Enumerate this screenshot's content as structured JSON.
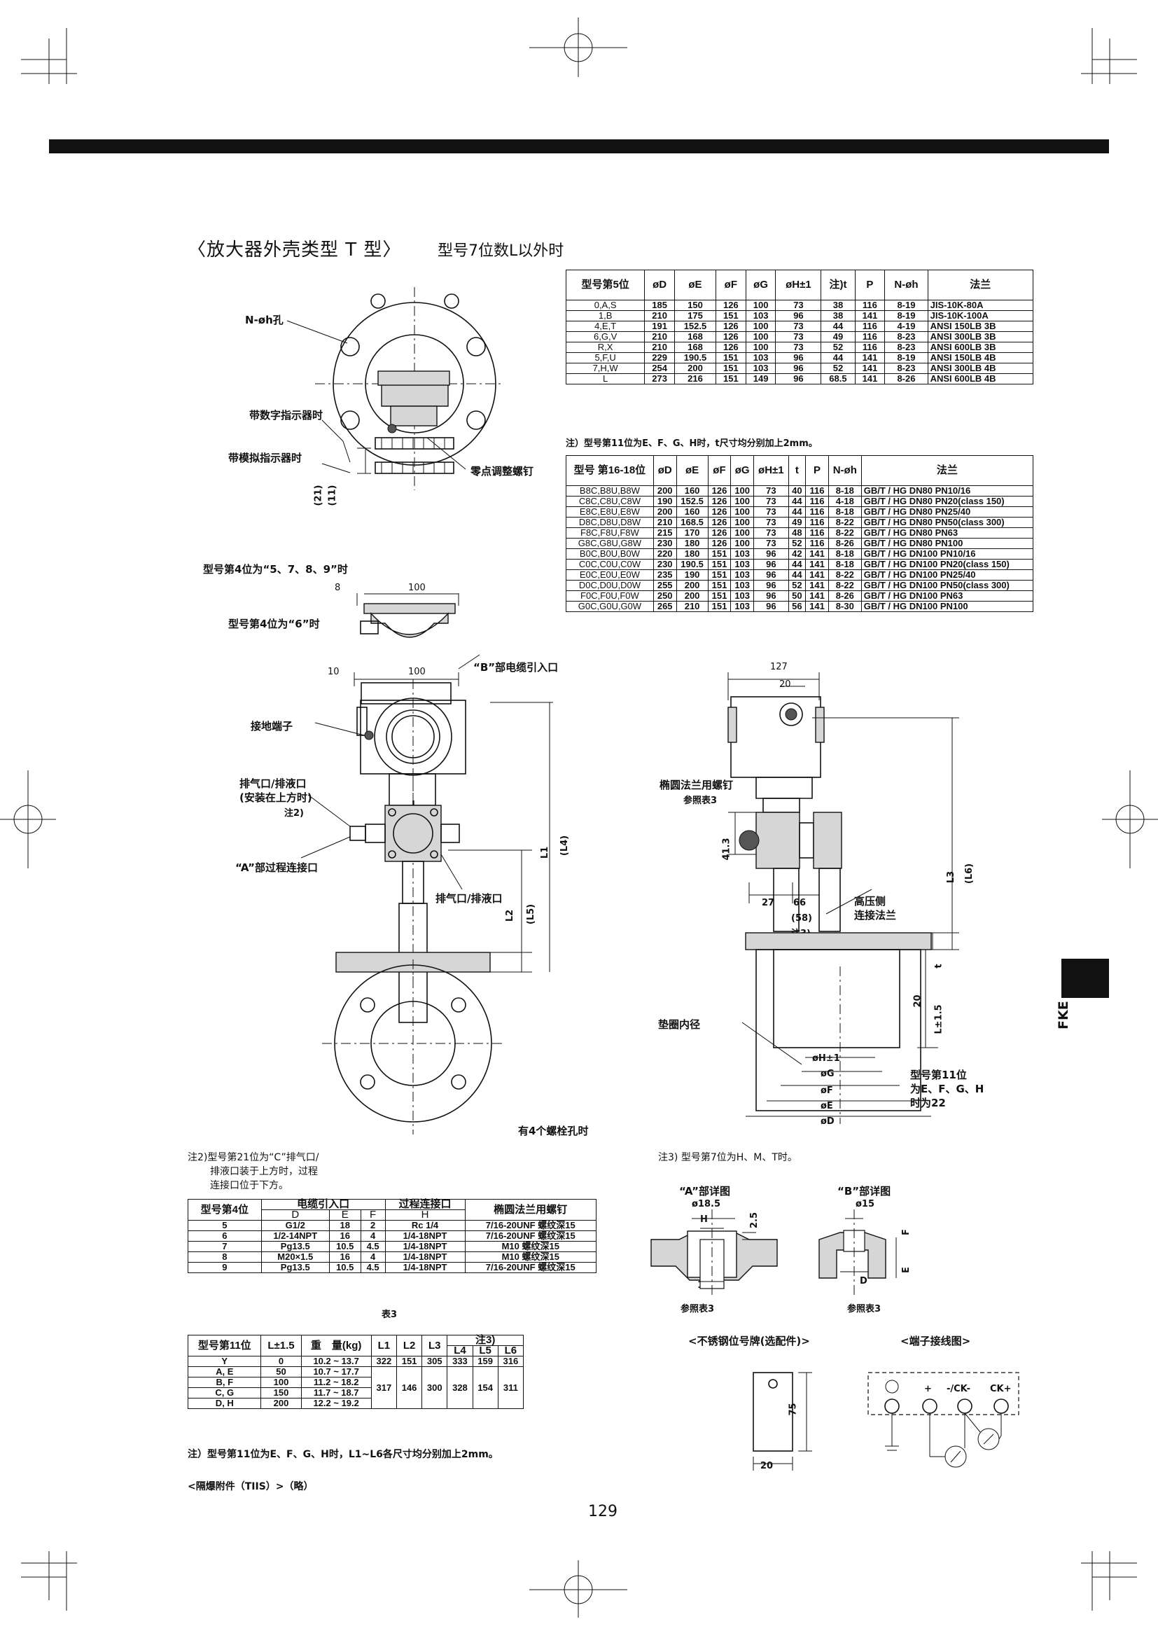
{
  "section_tab": "FKE",
  "title": "〈放大器外壳类型 T 型〉",
  "subtitle": "型号7位数L以外时",
  "table1": {
    "headers": [
      "型号第5位",
      "øD",
      "øE",
      "øF",
      "øG",
      "øH±1",
      "注)t",
      "P",
      "N-øh",
      "法兰"
    ],
    "rows": [
      [
        "0,A,S",
        "185",
        "150",
        "126",
        "100",
        "73",
        "38",
        "116",
        "8-19",
        "JIS-10K-80A"
      ],
      [
        "1,B",
        "210",
        "175",
        "151",
        "103",
        "96",
        "38",
        "141",
        "8-19",
        "JIS-10K-100A"
      ],
      [
        "4,E,T",
        "191",
        "152.5",
        "126",
        "100",
        "73",
        "44",
        "116",
        "4-19",
        "ANSI 150LB 3B"
      ],
      [
        "6,G,V",
        "210",
        "168",
        "126",
        "100",
        "73",
        "49",
        "116",
        "8-23",
        "ANSI 300LB 3B"
      ],
      [
        "R,X",
        "210",
        "168",
        "126",
        "100",
        "73",
        "52",
        "116",
        "8-23",
        "ANSI 600LB 3B"
      ],
      [
        "5,F,U",
        "229",
        "190.5",
        "151",
        "103",
        "96",
        "44",
        "141",
        "8-19",
        "ANSI 150LB 4B"
      ],
      [
        "7,H,W",
        "254",
        "200",
        "151",
        "103",
        "96",
        "52",
        "141",
        "8-23",
        "ANSI 300LB 4B"
      ],
      [
        "L",
        "273",
        "216",
        "151",
        "149",
        "96",
        "68.5",
        "141",
        "8-26",
        "ANSI 600LB 4B"
      ]
    ],
    "note": "注）型号第11位为E、F、G、H时，t尺寸均分别加上2mm。"
  },
  "table2": {
    "headers": [
      "型号 第16-18位",
      "øD",
      "øE",
      "øF",
      "øG",
      "øH±1",
      "t",
      "P",
      "N-øh",
      "法兰"
    ],
    "rows": [
      [
        "B8C,B8U,B8W",
        "200",
        "160",
        "126",
        "100",
        "73",
        "40",
        "116",
        "8-18",
        "GB/T / HG DN80 PN10/16"
      ],
      [
        "C8C,C8U,C8W",
        "190",
        "152.5",
        "126",
        "100",
        "73",
        "44",
        "116",
        "4-18",
        "GB/T / HG DN80 PN20(class 150)"
      ],
      [
        "E8C,E8U,E8W",
        "200",
        "160",
        "126",
        "100",
        "73",
        "44",
        "116",
        "8-18",
        "GB/T / HG DN80 PN25/40"
      ],
      [
        "D8C,D8U,D8W",
        "210",
        "168.5",
        "126",
        "100",
        "73",
        "49",
        "116",
        "8-22",
        "GB/T / HG DN80 PN50(class 300)"
      ],
      [
        "F8C,F8U,F8W",
        "215",
        "170",
        "126",
        "100",
        "73",
        "48",
        "116",
        "8-22",
        "GB/T / HG DN80 PN63"
      ],
      [
        "G8C,G8U,G8W",
        "230",
        "180",
        "126",
        "100",
        "73",
        "52",
        "116",
        "8-26",
        "GB/T / HG DN80 PN100"
      ],
      [
        "B0C,B0U,B0W",
        "220",
        "180",
        "151",
        "103",
        "96",
        "42",
        "141",
        "8-18",
        "GB/T / HG DN100 PN10/16"
      ],
      [
        "C0C,C0U,C0W",
        "230",
        "190.5",
        "151",
        "103",
        "96",
        "44",
        "141",
        "8-18",
        "GB/T / HG DN100 PN20(class 150)"
      ],
      [
        "E0C,E0U,E0W",
        "235",
        "190",
        "151",
        "103",
        "96",
        "44",
        "141",
        "8-22",
        "GB/T / HG DN100 PN25/40"
      ],
      [
        "D0C,D0U,D0W",
        "255",
        "200",
        "151",
        "103",
        "96",
        "52",
        "141",
        "8-22",
        "GB/T / HG DN100 PN50(class 300)"
      ],
      [
        "F0C,F0U,F0W",
        "250",
        "200",
        "151",
        "103",
        "96",
        "50",
        "141",
        "8-26",
        "GB/T / HG DN100 PN63"
      ],
      [
        "G0C,G0U,G0W",
        "265",
        "210",
        "151",
        "103",
        "96",
        "56",
        "141",
        "8-30",
        "GB/T / HG DN100 PN100"
      ]
    ]
  },
  "labels": {
    "nh_hole": "N-øh孔",
    "with_digital": "带数字指示器时",
    "with_analog": "带模拟指示器时",
    "zero_screw": "零点调整螺钉",
    "dim21": "(21)",
    "dim11": "(11)",
    "pos4_5789": "型号第4位为“5、7、8、9”时",
    "pos4_6": "型号第4位为“6”时",
    "d8": "8",
    "d100a": "100",
    "d10": "10",
    "d100b": "100",
    "b_cable": "“B”部电缆引入口",
    "ground": "接地端子",
    "vent_drain": "排气口/排液口",
    "vent_drain_top": "(安装在上方时)",
    "note2ref": "注2)",
    "a_process": "“A”部过程连接口",
    "vent_drain2": "排气口/排液口",
    "L_mark": "L",
    "L1": "L1",
    "L4": "(L4)",
    "L2": "L2",
    "L5": "(L5)",
    "four_bolt": "有4个螺栓孔时",
    "d127": "127",
    "d20": "20",
    "oval_screw": "椭圆法兰用螺钉",
    "ref_t3": "参照表3",
    "d41_3": "41.3",
    "d27": "27",
    "d66": "66",
    "d58": "(58)",
    "note3ref": "注3)",
    "hp_flange1": "高压侧",
    "hp_flange2": "连接法兰",
    "L3": "L3",
    "L6": "(L6)",
    "t": "t",
    "d20b": "20",
    "L15": "L±1.5",
    "gasket": "垫圈内径",
    "phiH": "øH±1",
    "phiG": "øG",
    "phiF": "øF",
    "phiE": "øE",
    "phiD": "øD",
    "pos11_1": "型号第11位",
    "pos11_2": "为E、F、G、H",
    "pos11_3": "时为22",
    "note2_1": "注2)型号第21位为“C”排气口/",
    "note2_2": "排液口装于上方时，过程",
    "note2_3": "连接口位于下方。",
    "note3": "注3) 型号第7位为H、M、T时。",
    "a_detail": "“A”部详图",
    "b_detail": "“B”部详图",
    "d18_5": "ø18.5",
    "dH": "H",
    "d2_5": "2.5",
    "d8b": "8",
    "d10b": "10",
    "d15": "ø15",
    "dF": "F",
    "dE": "E",
    "dD": "D",
    "ref_t3a": "参照表3",
    "ref_t3b": "参照表3",
    "tag_title": "<不锈钢位号牌(选配件)>",
    "term_title": "<端子接线图>",
    "d75": "75",
    "d20c": "20",
    "term_plus": "+",
    "term_ck": "-/CK-",
    "term_ckp": "CK+",
    "table3_caption": "表3",
    "bottom_note": "注）型号第11位为E、F、G、H时，L1~L6各尺寸均分别加上2mm。",
    "tiis": "<隔爆附件（TIIS）>（略）",
    "page_no": "129"
  },
  "table3": {
    "h1": [
      "型号第4位",
      "电缆引入口",
      "过程连接口",
      "椭圆法兰用螺钉"
    ],
    "h2": [
      "D",
      "E",
      "F",
      "H"
    ],
    "rows": [
      [
        "5",
        "G1/2",
        "18",
        "2",
        "Rc 1/4",
        "7/16-20UNF 螺纹深15"
      ],
      [
        "6",
        "1/2-14NPT",
        "16",
        "4",
        "1/4-18NPT",
        "7/16-20UNF 螺纹深15"
      ],
      [
        "7",
        "Pg13.5",
        "10.5",
        "4.5",
        "1/4-18NPT",
        "M10 螺纹深15"
      ],
      [
        "8",
        "M20×1.5",
        "16",
        "4",
        "1/4-18NPT",
        "M10 螺纹深15"
      ],
      [
        "9",
        "Pg13.5",
        "10.5",
        "4.5",
        "1/4-18NPT",
        "7/16-20UNF 螺纹深15"
      ]
    ]
  },
  "table4": {
    "h1": [
      "型号第11位",
      "L±1.5",
      "重　量(kg)",
      "L1",
      "L2",
      "L3",
      "注3)"
    ],
    "h2": [
      "L4",
      "L5",
      "L6"
    ],
    "rows": [
      [
        "Y",
        "0",
        "10.2 ~ 13.7",
        "322",
        "151",
        "305",
        "333",
        "159",
        "316"
      ],
      [
        "A, E",
        "50",
        "10.7 ~ 17.7",
        "",
        "",
        "",
        "",
        "",
        ""
      ],
      [
        "B, F",
        "100",
        "11.2 ~ 18.2",
        "317",
        "146",
        "300",
        "328",
        "154",
        "311"
      ],
      [
        "C, G",
        "150",
        "11.7 ~ 18.7",
        "",
        "",
        "",
        "",
        "",
        ""
      ],
      [
        "D, H",
        "200",
        "12.2 ~ 19.2",
        "",
        "",
        "",
        "",
        "",
        ""
      ]
    ]
  }
}
